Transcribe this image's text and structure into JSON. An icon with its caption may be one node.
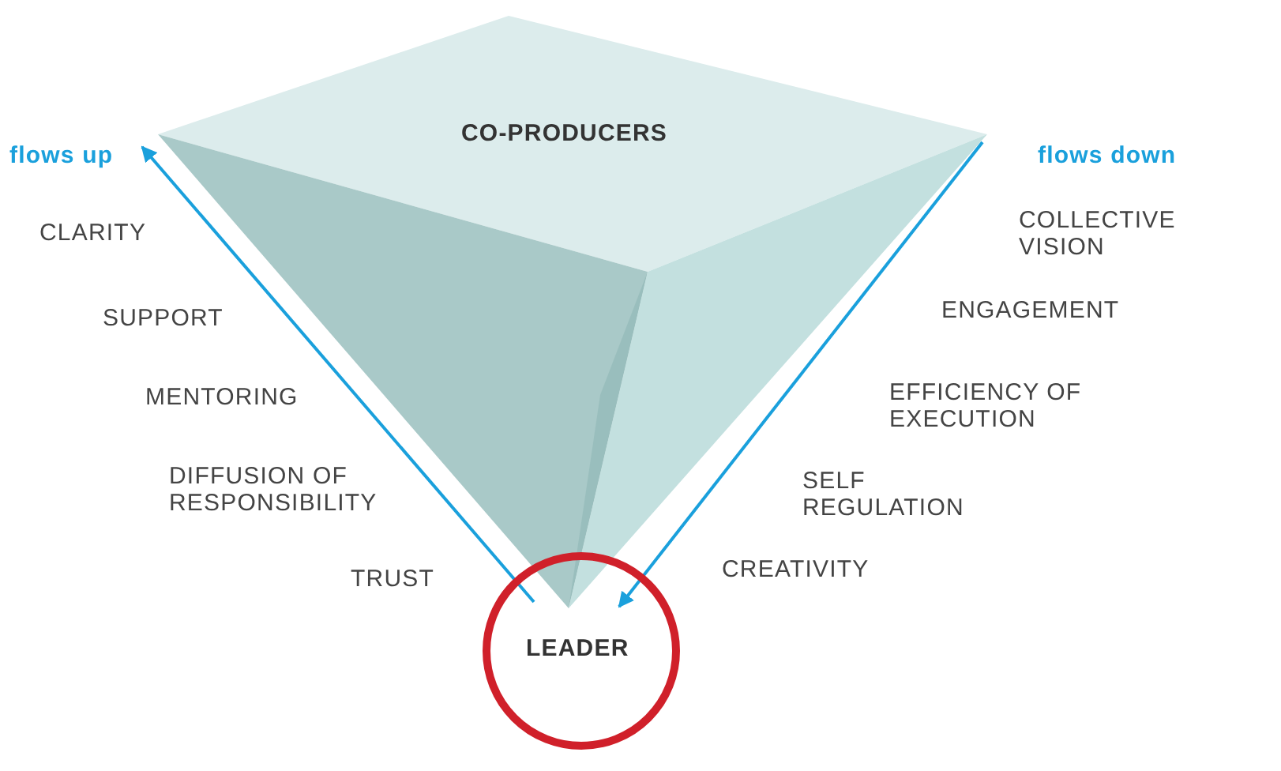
{
  "diagram": {
    "nodes": [
      {
        "text": [
          "CO-PRODUCERS"
        ]
      },
      {
        "text": [
          "LEADER"
        ]
      }
    ],
    "edges": [
      {
        "from": 1,
        "to": 0,
        "arrow": "to",
        "label": "flows up"
      },
      {
        "from": 0,
        "to": 1,
        "arrow": "to",
        "label": "flows down"
      }
    ],
    "labels": [
      "CLARITY",
      "COLLECTIVE VISION",
      "SUPPORT",
      "ENGAGEMENT",
      "MENTORING",
      "EFFICIENCY OF EXECUTION",
      "DIFFUSION OF RESPONSIBILITY",
      "SELF REGULATION",
      "TRUST",
      "CREATIVITY"
    ]
  }
}
